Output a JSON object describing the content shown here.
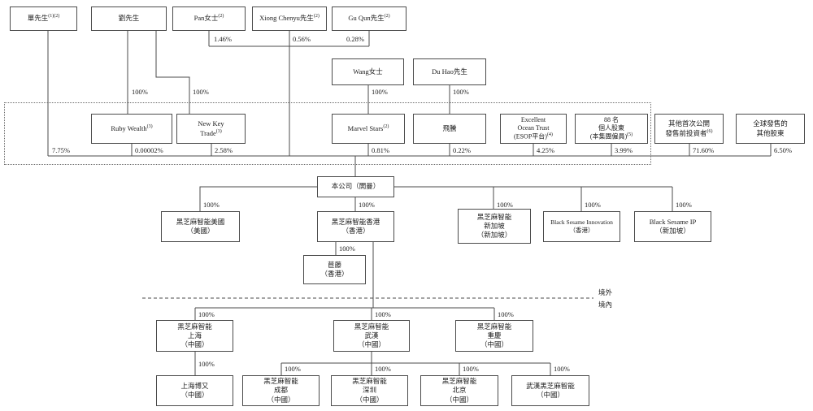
{
  "colors": {
    "line": "#4b4b4b",
    "background": "#ffffff"
  },
  "regions": {
    "offshore": "境外",
    "onshore": "境內"
  },
  "nodes": {
    "shan": {
      "label": "單先生",
      "sup": "(1)(2)"
    },
    "liu": {
      "label": "劉先生"
    },
    "pan": {
      "label": "Pan女士",
      "sup": "(2)"
    },
    "xiong": {
      "label": "Xiong Chenyu先生",
      "sup": "(2)"
    },
    "gu": {
      "label": "Gu Qun先生",
      "sup": "(2)"
    },
    "wang": {
      "label": "Wang女士"
    },
    "duhao": {
      "label": "Du Hao先生"
    },
    "ruby": {
      "label": "Ruby Wealth",
      "sup": "(3)"
    },
    "nkt": {
      "label": "New Key\nTrade",
      "sup": "(3)"
    },
    "marvel": {
      "label": "Marvel Stars",
      "sup": "(2)"
    },
    "feiteng": {
      "label": "飛騰"
    },
    "esop": {
      "label": "Excellent\nOcean Trust\n(ESOP平台)",
      "sup": "(4)"
    },
    "emp88": {
      "label": "88 名\n個人股東\n(本集團僱員)",
      "sup": "(5)"
    },
    "preipo": {
      "label": "其他首次公開\n發售前投資者",
      "sup": "(6)"
    },
    "globaloffer": {
      "label": "全球發售的\n其他股東"
    },
    "company": {
      "label": "本公司（開曼）"
    },
    "us": {
      "label": "黑芝麻智能美國\n（美國）"
    },
    "hk": {
      "label": "黑芝麻智能香港\n（香港）"
    },
    "sg": {
      "label": "黑芝麻智能\n新加坡\n（新加坡）"
    },
    "bsi": {
      "label": "Black Sesame Innovation\n（香港）"
    },
    "bsip": {
      "label": "Black Sesame IP\n（新加坡）"
    },
    "kuteng": {
      "label": "苣藤\n（香港）"
    },
    "sh": {
      "label": "黑芝麻智能\n上海\n（中國）"
    },
    "wh": {
      "label": "黑芝麻智能\n武漢\n（中國）"
    },
    "cq": {
      "label": "黑芝麻智能\n重慶\n（中國）"
    },
    "shboyou": {
      "label": "上海博又\n（中國）"
    },
    "cd": {
      "label": "黑芝麻智能\n成都\n（中國）"
    },
    "szn": {
      "label": "黑芝麻智能\n深圳\n（中國）"
    },
    "bj": {
      "label": "黑芝麻智能\n北京\n（中國）"
    },
    "whbs": {
      "label": "武漢黑芝麻智能\n（中國）"
    }
  },
  "pcts": {
    "p_pan": "1.46%",
    "p_xiong": "0.56%",
    "p_gu": "0.28%",
    "p_liu_ruby": "100%",
    "p_liu_nkt": "100%",
    "p_wang": "100%",
    "p_duhao": "100%",
    "p_shan": "7.75%",
    "p_ruby": "0.00002%",
    "p_nkt": "2.58%",
    "p_marvel": "0.81%",
    "p_feiteng": "0.22%",
    "p_esop": "4.25%",
    "p_emp88": "3.99%",
    "p_preipo": "71.60%",
    "p_global": "6.50%",
    "p_us": "100%",
    "p_hk": "100%",
    "p_sg": "100%",
    "p_bsi": "100%",
    "p_bsip": "100%",
    "p_kuteng": "100%",
    "p_sh": "100%",
    "p_wh": "100%",
    "p_cq": "100%",
    "p_shboyou": "100%",
    "p_cd": "100%",
    "p_szn": "100%",
    "p_bj": "100%",
    "p_whbs": "100%"
  }
}
